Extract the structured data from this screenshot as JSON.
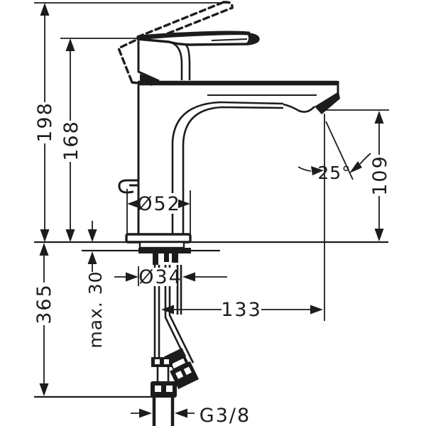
{
  "diagram": {
    "type": "technical-dimension-drawing",
    "subject": "single-lever basin mixer faucet, side view with mounting hoses",
    "units": "mm",
    "background": "#ffffff",
    "line_color": "#1c1c1a",
    "dimensions": {
      "overall_height": "198",
      "handle_height": "168",
      "below_deck_length": "365",
      "max_mounting_thickness": "max. 30",
      "base_diameter": "Ø52",
      "shank_diameter": "Ø34",
      "spout_reach": "133",
      "outlet_height": "109",
      "stream_angle": "25°",
      "connection_thread": "G3/8"
    }
  }
}
